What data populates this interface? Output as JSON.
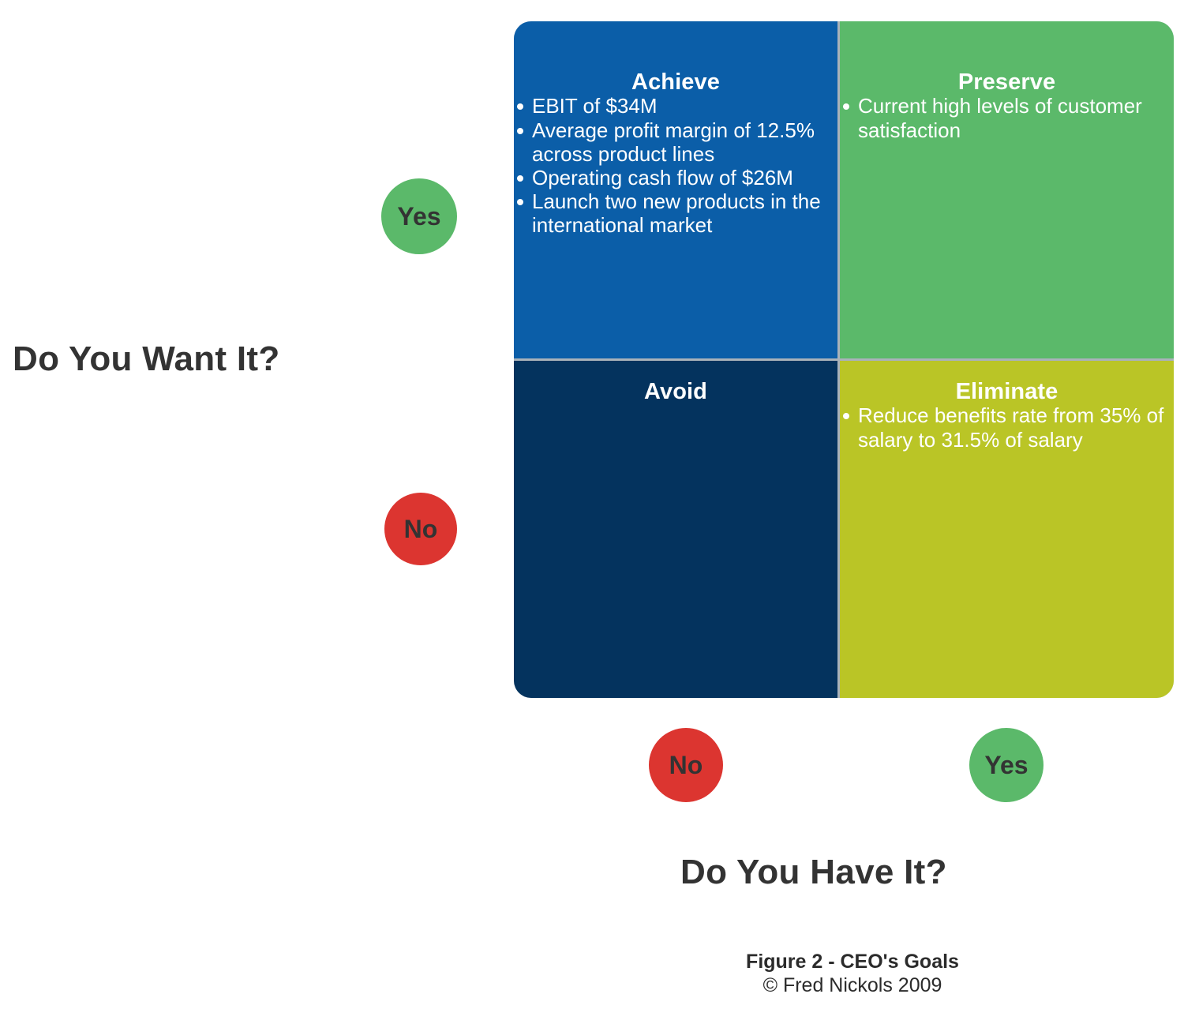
{
  "axes": {
    "y_label": "Do You Want It?",
    "x_label": "Do You Have It?",
    "y_high": "Yes",
    "y_low": "No",
    "x_low": "No",
    "x_high": "Yes"
  },
  "colors": {
    "achieve": "#0B5EA8",
    "preserve": "#5BB96A",
    "avoid": "#04335E",
    "eliminate": "#BAC526",
    "badge_yes": "#5BB96A",
    "badge_no": "#DC3530",
    "divider": "#A9B2BA",
    "text_dark": "#333333",
    "text_light": "#FFFFFF"
  },
  "quadrants": {
    "achieve": {
      "title": "Achieve",
      "items": [
        "EBIT of $34M",
        "Average profit margin of 12.5% across product lines",
        "Operating cash flow of $26M",
        "Launch two new products in the international market"
      ]
    },
    "preserve": {
      "title": "Preserve",
      "items": [
        "Current high levels of customer satisfaction"
      ]
    },
    "avoid": {
      "title": "Avoid",
      "items": []
    },
    "eliminate": {
      "title": "Eliminate",
      "items": [
        "Reduce benefits rate from 35% of salary to 31.5% of salary"
      ]
    }
  },
  "caption": {
    "title": "Figure 2 - CEO's Goals",
    "credit": "© Fred Nickols 2009"
  }
}
